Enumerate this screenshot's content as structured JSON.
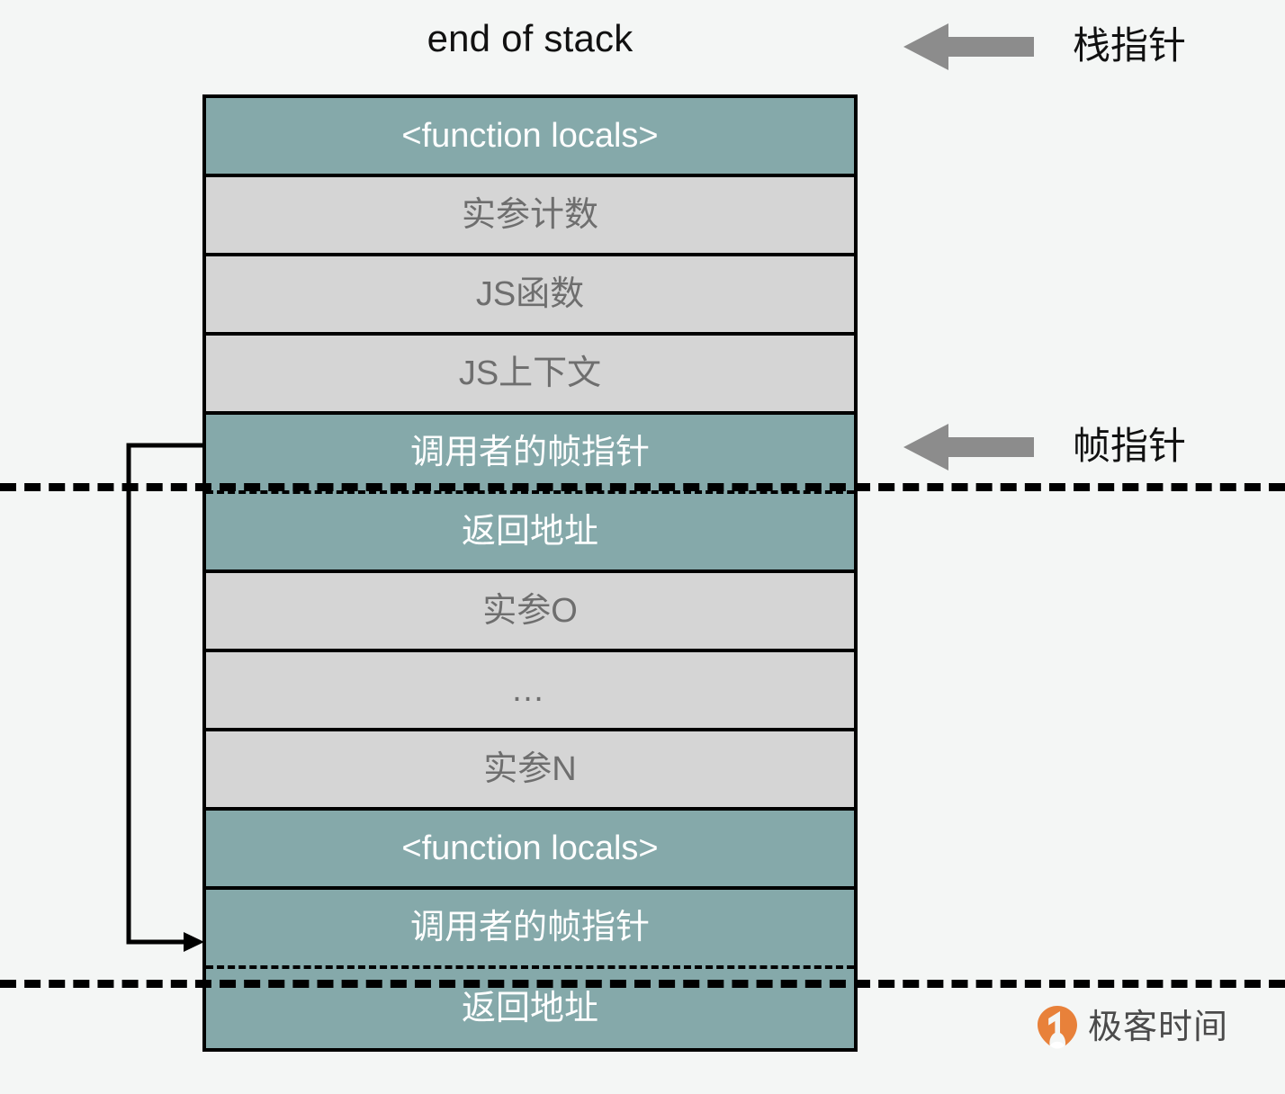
{
  "diagram": {
    "caption": "end of stack",
    "background_color": "#f4f6f5",
    "teal_color": "#85a9aa",
    "gray_color": "#d5d5d5",
    "arrow_color": "#8c8c8c",
    "rows": [
      {
        "label": "<function locals>",
        "fill": "teal"
      },
      {
        "label": "实参计数",
        "fill": "gray"
      },
      {
        "label": "JS函数",
        "fill": "gray"
      },
      {
        "label": "JS上下文",
        "fill": "gray"
      },
      {
        "label": "调用者的帧指针",
        "fill": "teal"
      },
      {
        "label": "返回地址",
        "fill": "teal"
      },
      {
        "label": "实参O",
        "fill": "gray"
      },
      {
        "label": "…",
        "fill": "gray"
      },
      {
        "label": "实参N",
        "fill": "gray"
      },
      {
        "label": "<function locals>",
        "fill": "teal"
      },
      {
        "label": "调用者的帧指针",
        "fill": "teal"
      },
      {
        "label": "返回地址",
        "fill": "teal"
      }
    ],
    "pointers": [
      {
        "label": "栈指针",
        "target_row": 0
      },
      {
        "label": "帧指针",
        "target_row": 4
      }
    ]
  },
  "watermark": {
    "text": "极客时间",
    "logo_color": "#e8813a",
    "text_color": "#4a4a4a"
  }
}
